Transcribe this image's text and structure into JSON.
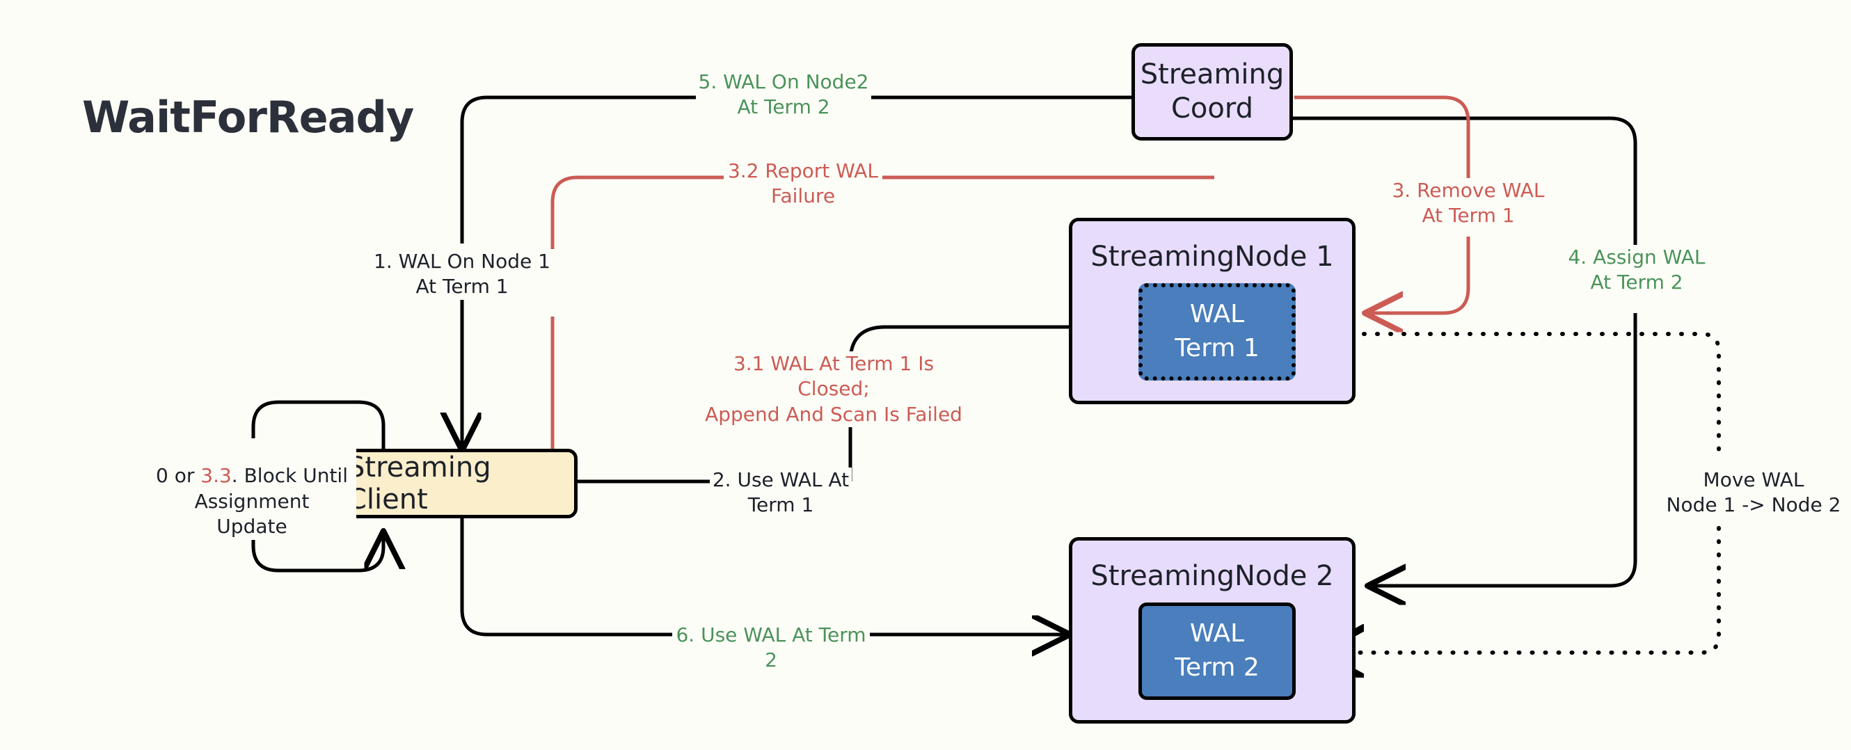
{
  "title": "WaitForReady",
  "colors": {
    "green": "#4a9359",
    "red": "#cc5b55",
    "dark": "#1d2129",
    "node_fill": "#e7dcfb",
    "client_fill": "#fbeecb",
    "wal_fill": "#4a7ebc",
    "background": "#fdfdf7"
  },
  "nodes": {
    "coord": {
      "line1": "Streaming",
      "line2": "Coord"
    },
    "streaming_node_1": {
      "title": "StreamingNode 1",
      "wal_line1": "WAL",
      "wal_line2": "Term 1"
    },
    "streaming_node_2": {
      "title": "StreamingNode 2",
      "wal_line1": "WAL",
      "wal_line2": "Term 2"
    },
    "client": {
      "label": "Streaming Client"
    }
  },
  "labels": {
    "step0_block": {
      "prefix": "0 or ",
      "step": "3.3",
      "rest": ". Block Until\nAssignment\nUpdate",
      "color": "dark"
    },
    "step1": {
      "text": "1. WAL On Node 1\nAt Term 1",
      "color": "dark"
    },
    "step2": {
      "text": "2. Use WAL At Term 1",
      "color": "dark"
    },
    "step3": {
      "text": "3. Remove WAL\nAt Term 1",
      "color": "red"
    },
    "step3_1": {
      "text": "3.1 WAL At Term 1 Is Closed;\nAppend And Scan Is Failed",
      "color": "red"
    },
    "step3_2": {
      "text": "3.2 Report WAL\nFailure",
      "color": "red"
    },
    "step4": {
      "text": "4. Assign WAL\nAt Term 2",
      "color": "green"
    },
    "step5": {
      "text": "5. WAL On Node2\nAt Term 2",
      "color": "green"
    },
    "step6": {
      "text": "6. Use WAL At Term 2",
      "color": "green"
    },
    "move_wal": {
      "text": "Move WAL\nNode 1 -> Node 2",
      "color": "dark"
    }
  }
}
